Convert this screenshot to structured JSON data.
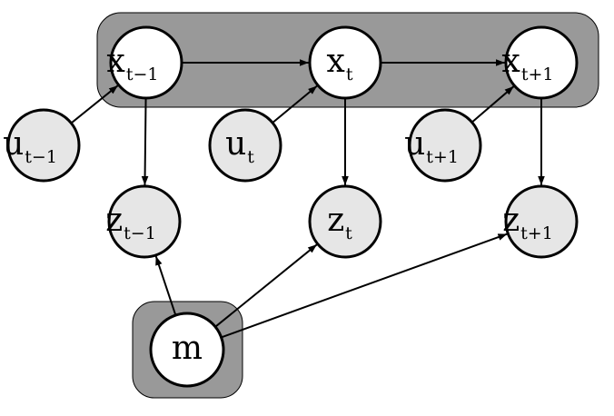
{
  "colors": {
    "box_fill": "#999999",
    "node_fill_observed": "#e6e6e6",
    "node_fill_latent": "#ffffff",
    "stroke": "#000000"
  },
  "nodes": {
    "x_prev": {
      "main": "x",
      "sub": "t−1",
      "shaded": false
    },
    "x_curr": {
      "main": "x",
      "sub": "t",
      "shaded": false
    },
    "x_next": {
      "main": "x",
      "sub": "t+1",
      "shaded": false
    },
    "u_prev": {
      "main": "u",
      "sub": "t−1",
      "shaded": true
    },
    "u_curr": {
      "main": "u",
      "sub": "t",
      "shaded": true
    },
    "u_next": {
      "main": "u",
      "sub": "t+1",
      "shaded": true
    },
    "z_prev": {
      "main": "z",
      "sub": "t−1",
      "shaded": true
    },
    "z_curr": {
      "main": "z",
      "sub": "t",
      "shaded": true
    },
    "z_next": {
      "main": "z",
      "sub": "t+1",
      "shaded": true
    },
    "m": {
      "main": "m",
      "sub": "",
      "shaded": false
    }
  },
  "edges": [
    {
      "from": "x_prev",
      "to": "x_curr"
    },
    {
      "from": "x_curr",
      "to": "x_next"
    },
    {
      "from": "u_prev",
      "to": "x_prev"
    },
    {
      "from": "u_curr",
      "to": "x_curr"
    },
    {
      "from": "u_next",
      "to": "x_next"
    },
    {
      "from": "x_prev",
      "to": "z_prev"
    },
    {
      "from": "x_curr",
      "to": "z_curr"
    },
    {
      "from": "x_next",
      "to": "z_next"
    },
    {
      "from": "m",
      "to": "z_prev"
    },
    {
      "from": "m",
      "to": "z_curr"
    },
    {
      "from": "m",
      "to": "z_next"
    }
  ]
}
